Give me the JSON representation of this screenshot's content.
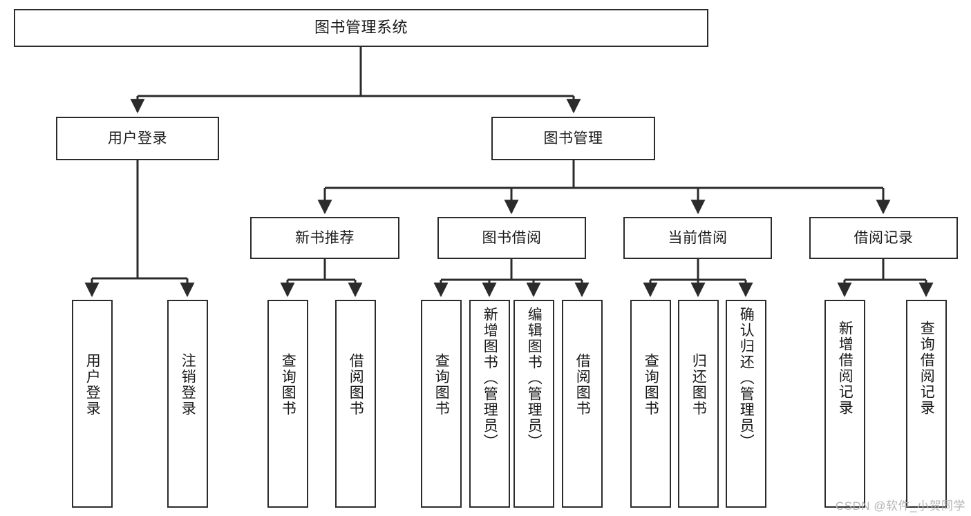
{
  "diagram": {
    "title": "图书管理系统",
    "type": "tree-hierarchy",
    "watermark": "CSDN @软件_小贺同学",
    "colors": {
      "stroke": "#2b2b2b",
      "fill": "#ffffff",
      "text": "#1a1a1a",
      "watermark": "#b4b4b4"
    },
    "nodes": {
      "root": {
        "label": "图书管理系统"
      },
      "level2": [
        {
          "id": "user-login",
          "label": "用户登录"
        },
        {
          "id": "book-management",
          "label": "图书管理"
        }
      ],
      "level3": [
        {
          "id": "new-book-recommend",
          "label": "新书推荐"
        },
        {
          "id": "book-borrow",
          "label": "图书借阅"
        },
        {
          "id": "current-borrow",
          "label": "当前借阅"
        },
        {
          "id": "borrow-record",
          "label": "借阅记录"
        }
      ],
      "leaves": {
        "user-login": [
          {
            "id": "leaf-user-login",
            "label": "用户登录"
          },
          {
            "id": "leaf-logout-login",
            "label": "注销登录"
          }
        ],
        "new-book-recommend": [
          {
            "id": "leaf-query-book-1",
            "label": "查询图书"
          },
          {
            "id": "leaf-borrow-book-1",
            "label": "借阅图书"
          }
        ],
        "book-borrow": [
          {
            "id": "leaf-query-book-2",
            "label": "查询图书"
          },
          {
            "id": "leaf-add-book",
            "label": "新增图书（管理员）"
          },
          {
            "id": "leaf-edit-book",
            "label": "编辑图书（管理员）"
          },
          {
            "id": "leaf-borrow-book-2",
            "label": "借阅图书"
          }
        ],
        "current-borrow": [
          {
            "id": "leaf-query-book-3",
            "label": "查询图书"
          },
          {
            "id": "leaf-return-book",
            "label": "归还图书"
          },
          {
            "id": "leaf-confirm-return",
            "label": "确认归还（管理员）"
          }
        ],
        "borrow-record": [
          {
            "id": "leaf-add-record",
            "label": "新增借阅记录"
          },
          {
            "id": "leaf-query-record",
            "label": "查询借阅记录"
          }
        ]
      }
    }
  }
}
